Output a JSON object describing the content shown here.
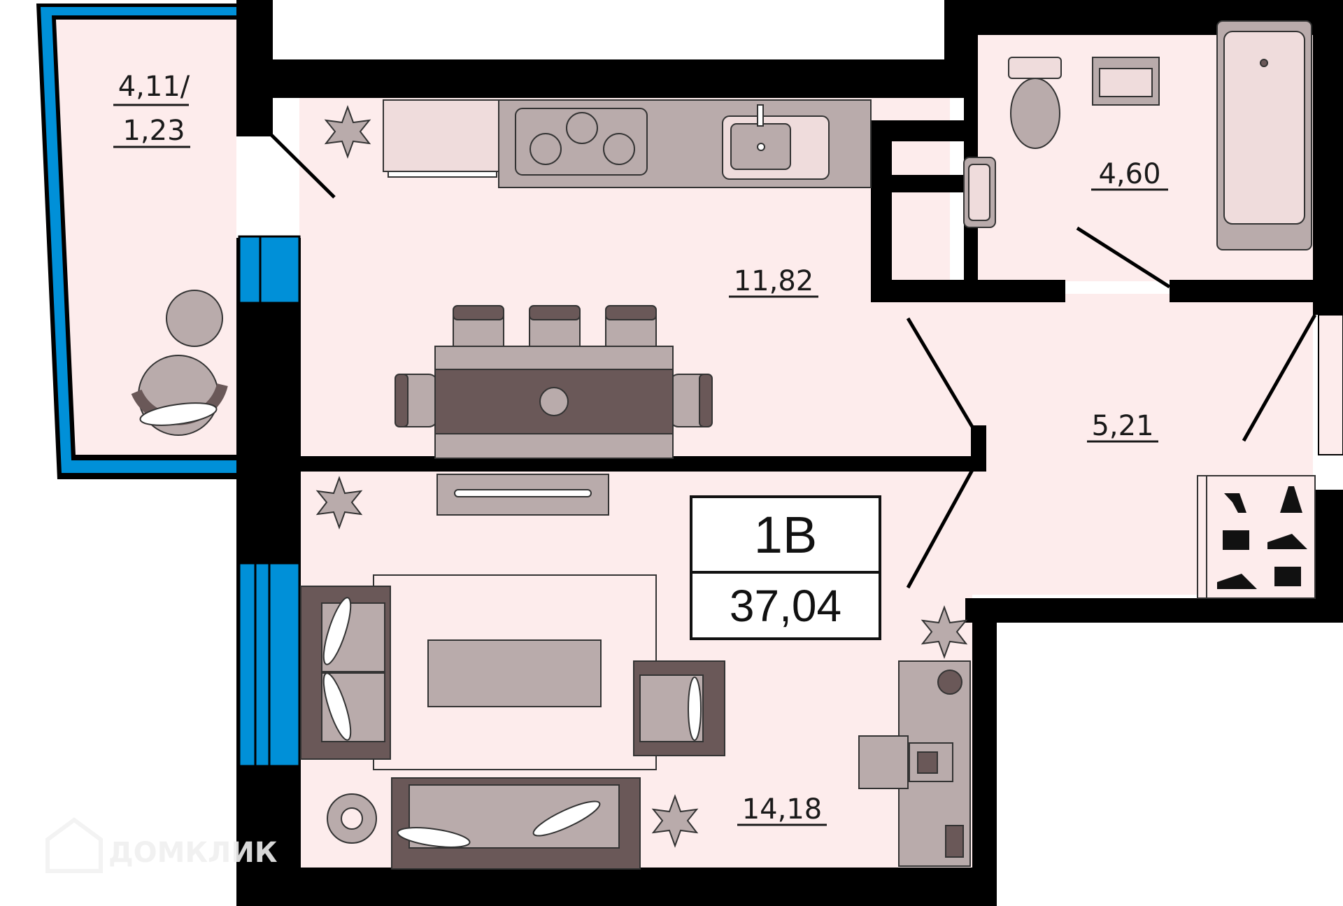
{
  "apartment": {
    "type_label": "1В",
    "total_area": "37,04"
  },
  "rooms": {
    "balcony": {
      "area_line1": "4,11/",
      "area_line2": "1,23"
    },
    "kitchen": {
      "area": "11,82"
    },
    "bathroom": {
      "area": "4,60"
    },
    "hallway": {
      "area": "5,21"
    },
    "living_room": {
      "area": "14,18"
    }
  },
  "watermark": {
    "text": "ДОМКЛИК"
  },
  "colors": {
    "floor": "#fdecec",
    "wall": "#000000",
    "window": "#0090d8",
    "furniture_light": "#b9abab",
    "furniture_dark": "#6a5858",
    "accent_pale": "#efdcdc"
  }
}
